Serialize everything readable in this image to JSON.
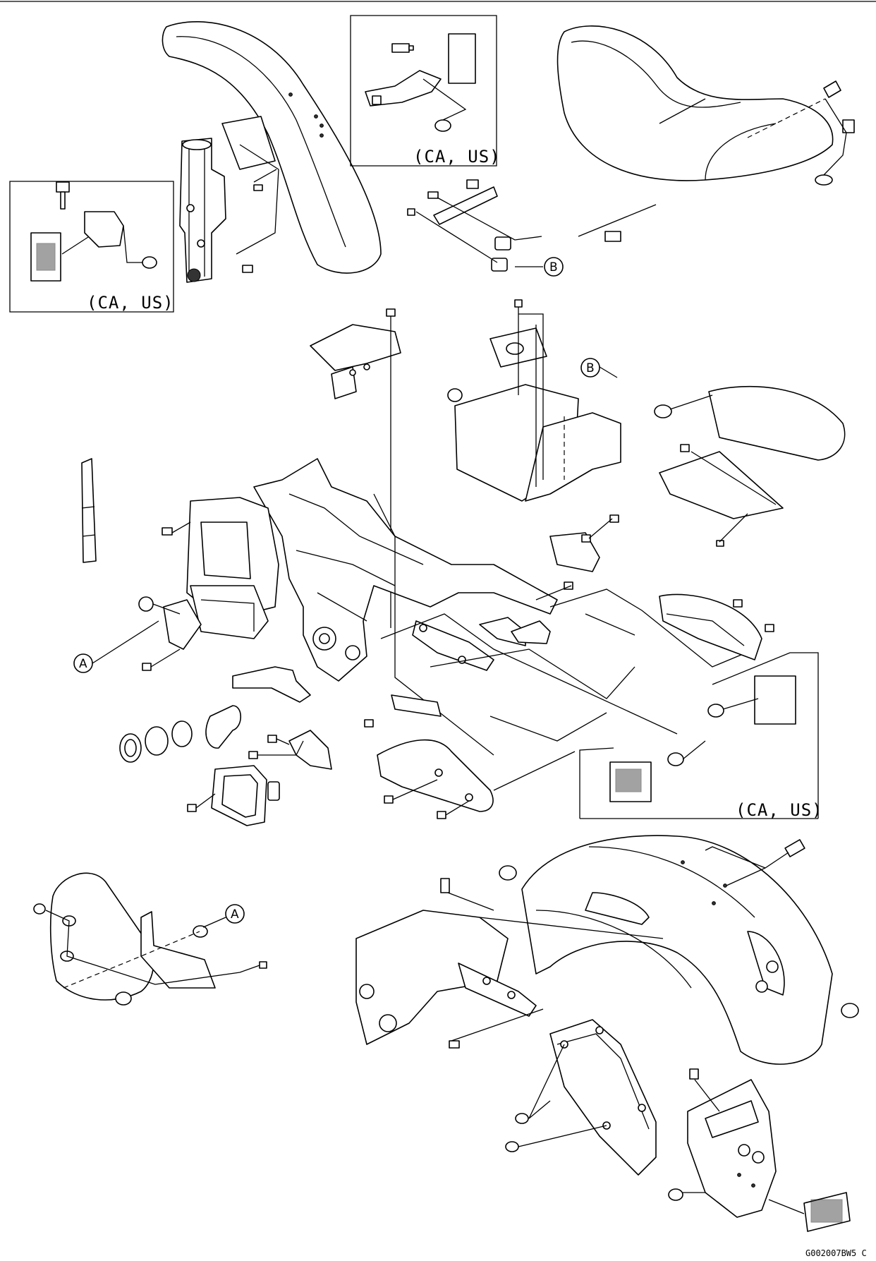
{
  "diagram": {
    "region_label": "(CA, US)",
    "callouts": {
      "a": "A",
      "b": "B"
    },
    "drawing_code": "G002007BW5 C"
  }
}
